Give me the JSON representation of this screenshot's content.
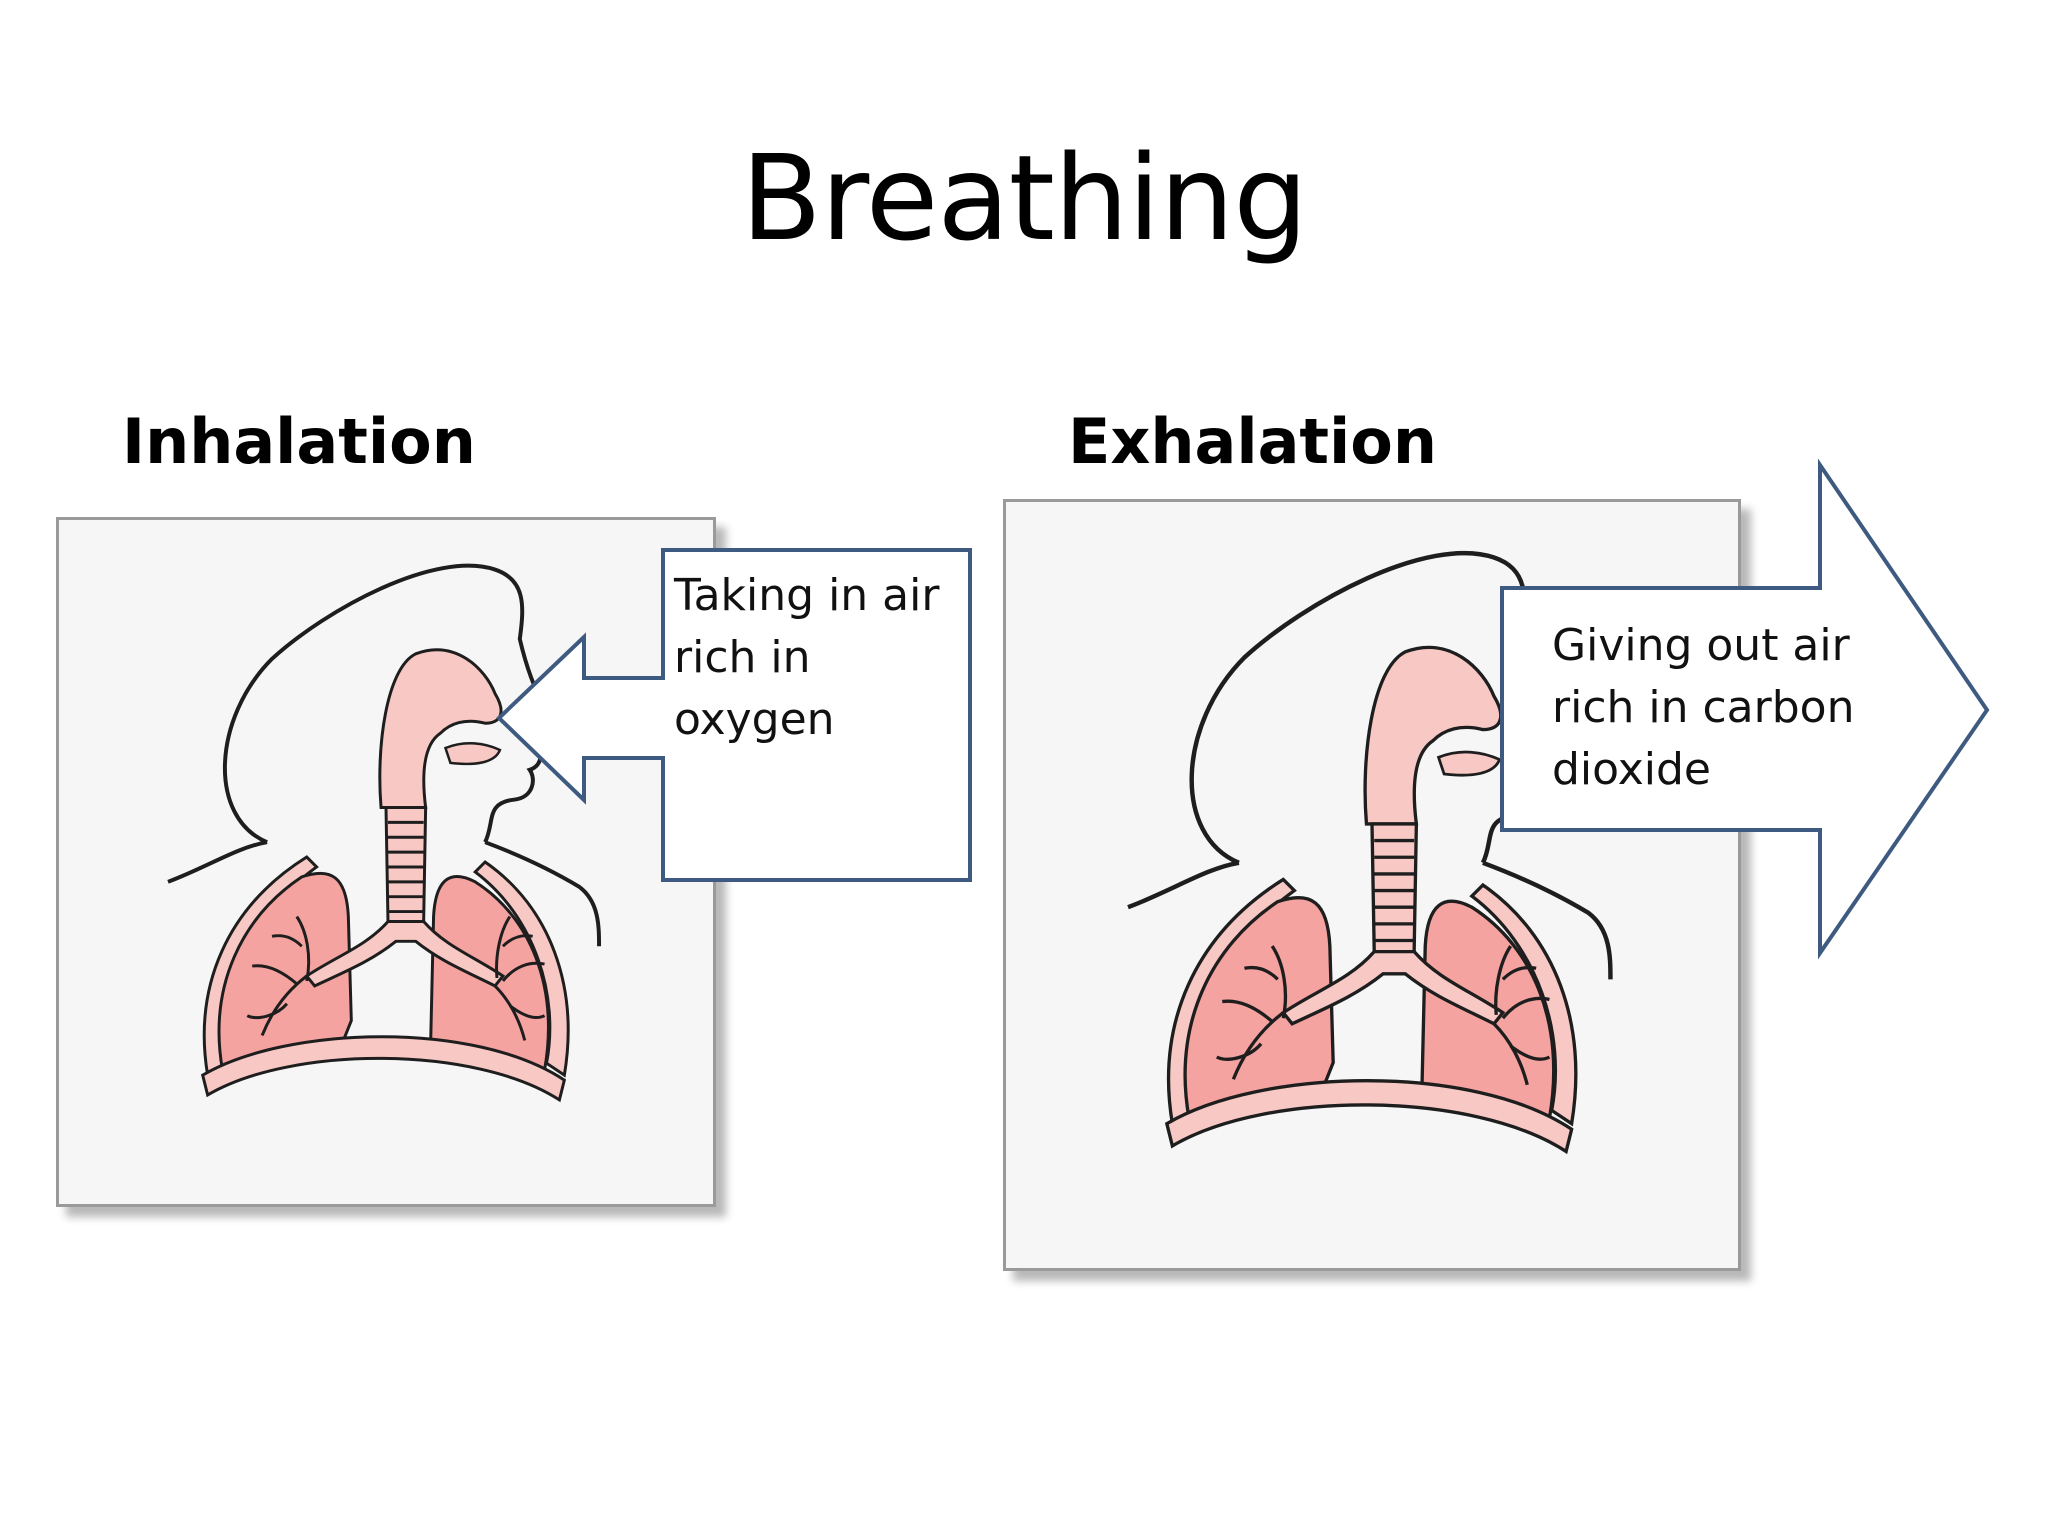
{
  "slide": {
    "title": "Breathing",
    "inhalation": {
      "heading": "Inhalation",
      "callout": "Taking in air\nrich in\noxygen"
    },
    "exhalation": {
      "heading": "Exhalation",
      "callout": "Giving out air\nrich in carbon\ndioxide"
    }
  },
  "colors": {
    "lung_fill": "#f4a3a0",
    "airway_fill": "#f7c8c4",
    "outline": "#1e1e1e",
    "arrow_stroke": "#3e5a80",
    "panel_bg": "#f6f6f6"
  },
  "icons": {
    "inhalation_arrow": "left-block-arrow",
    "exhalation_arrow": "right-block-arrow",
    "respiratory_diagram": "lungs-illustration"
  }
}
